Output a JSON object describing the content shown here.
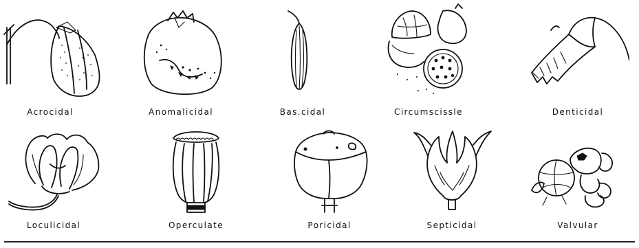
{
  "figure": {
    "title": "",
    "items": [
      {
        "label": "Acrocidal",
        "icon": "acrocidal-capsule-icon"
      },
      {
        "label": "Anomalicidal",
        "icon": "anomalicidal-capsule-icon"
      },
      {
        "label": "Bas.cidal",
        "icon": "basicidal-capsule-icon"
      },
      {
        "label": "Circumscissle",
        "icon": "circumscissile-capsule-icon"
      },
      {
        "label": "Denticidal",
        "icon": "denticidal-capsule-icon"
      },
      {
        "label": "Loculicidal",
        "icon": "loculicidal-capsule-icon"
      },
      {
        "label": "Operculate",
        "icon": "operculate-capsule-icon"
      },
      {
        "label": "Poricidal",
        "icon": "poricidal-capsule-icon"
      },
      {
        "label": "Septicidal",
        "icon": "septicidal-capsule-icon"
      },
      {
        "label": "Valvular",
        "icon": "valvular-capsule-icon"
      }
    ]
  }
}
